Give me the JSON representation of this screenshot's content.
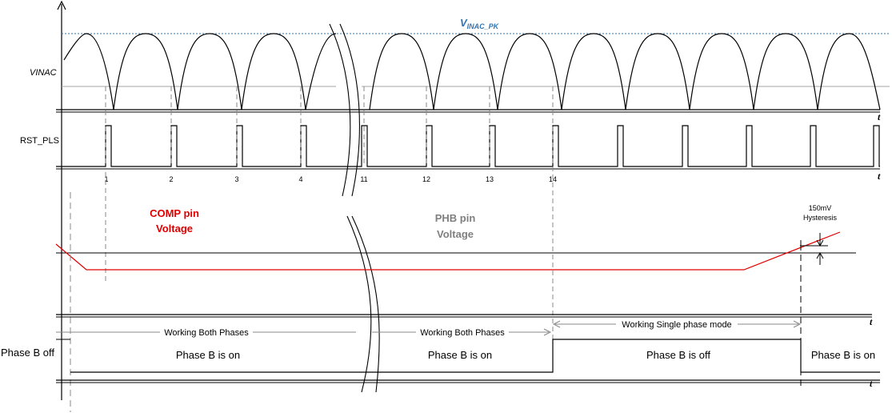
{
  "labels": {
    "vinac_pk": "V",
    "vinac_pk_sub": "INAC_PK",
    "vinac": "VINAC",
    "rst_pls": "RST_PLS",
    "comp_line1": "COMP pin",
    "comp_line2": "Voltage",
    "phb_line1": "PHB pin",
    "phb_line2": "Voltage",
    "hyst_line1": "150mV",
    "hyst_line2": "Hysteresis",
    "working_both_1": "Working Both Phases",
    "working_both_2": "Working Both Phases",
    "working_single": "Working Single phase mode",
    "phase_b_off_left": "Phase B off",
    "phase_b_on_1": "Phase B  is on",
    "phase_b_on_2": "Phase B  is on",
    "phase_b_off": "Phase B  is off",
    "phase_b_on_3": "Phase B is on",
    "t_axis": "t"
  },
  "pulse_numbers": [
    "1",
    "2",
    "3",
    "4",
    "11",
    "12",
    "13",
    "14"
  ],
  "colors": {
    "vinac_pk_label": "#2e75b6",
    "vinac_pk_line": "#2e75b6",
    "comp_voltage": "#e00000",
    "phb_label": "#7f7f7f",
    "threshold_line": "#a6a6a6"
  }
}
